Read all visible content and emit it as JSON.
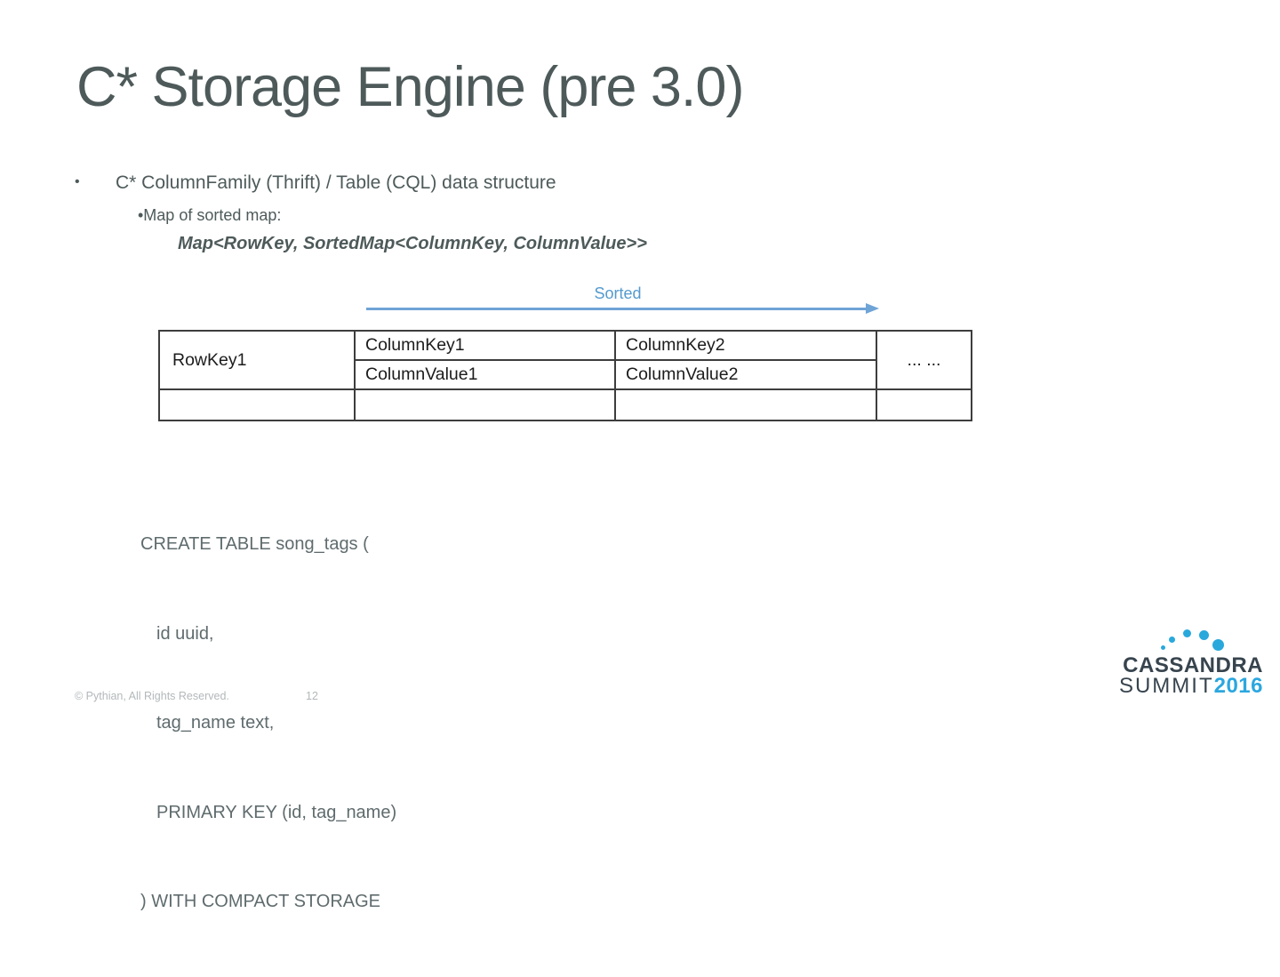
{
  "slide": {
    "title": "C* Storage Engine (pre 3.0)",
    "bullet1_marker": "•",
    "bullet1": "C* ColumnFamily (Thrift) / Table (CQL) data structure",
    "sub_bullet": "•Map of sorted map:",
    "map_signature": "Map<RowKey, SortedMap<ColumnKey, ColumnValue>>"
  },
  "diagram": {
    "arrow_label": "Sorted",
    "arrow_color": "#6fa4d6",
    "label_color": "#549ace",
    "table": {
      "border_color": "#3d3d3d",
      "row_key": "RowKey1",
      "columns": [
        {
          "key": "ColumnKey1",
          "value": "ColumnValue1"
        },
        {
          "key": "ColumnKey2",
          "value": "ColumnValue2"
        }
      ],
      "more": "... ..."
    }
  },
  "code": {
    "lines": [
      "CREATE TABLE song_tags (",
      "id uuid,",
      "tag_name text,",
      "PRIMARY KEY (id, tag_name)",
      ") WITH COMPACT STORAGE"
    ]
  },
  "footer": {
    "copyright": "© Pythian, All Rights Reserved.",
    "page_number": "12"
  },
  "logo": {
    "line1": "CASSANDRA",
    "line2_left": "SUMMIT",
    "line2_right": "2016",
    "text_color": "#37444e",
    "accent_color": "#2ba7df",
    "dot_color": "#29a8dc"
  }
}
